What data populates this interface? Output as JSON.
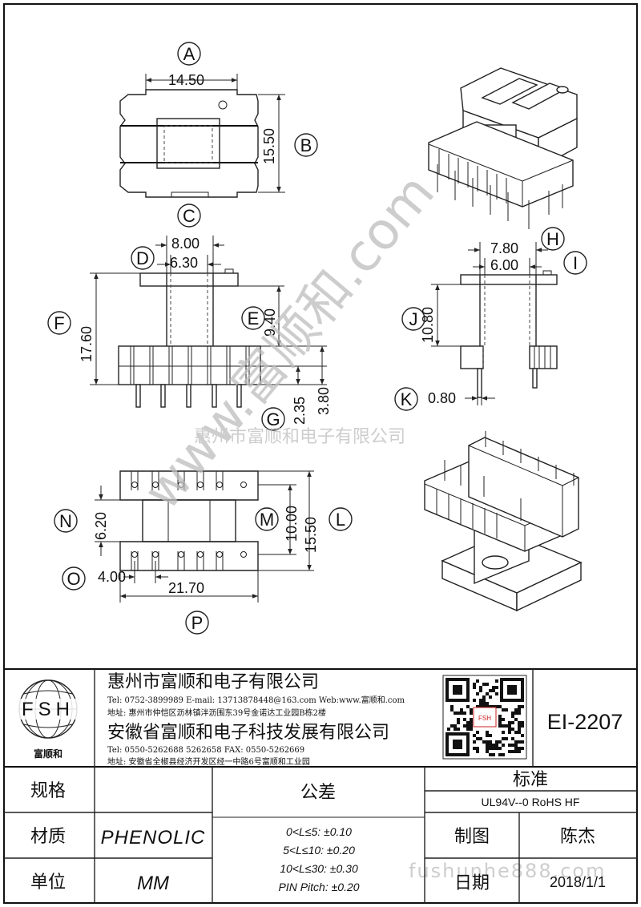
{
  "drawing": {
    "labels": {
      "A": "A",
      "B": "B",
      "C": "C",
      "D": "D",
      "E": "E",
      "F": "F",
      "G": "G",
      "H": "H",
      "I": "I",
      "J": "J",
      "K": "K",
      "L": "L",
      "M": "M",
      "N": "N",
      "O": "O",
      "P": "P"
    },
    "dims": {
      "a": "14.50",
      "b": "15.50",
      "d1": "8.00",
      "d2": "6.30",
      "f": "17.60",
      "e": "9.40",
      "g1": "2.35",
      "g2": "3.80",
      "h": "7.80",
      "i": "6.00",
      "j": "10.80",
      "k": "0.80",
      "n": "6.20",
      "m": "10.00",
      "l": "15.50",
      "o": "4.00",
      "p": "21.70"
    }
  },
  "watermark": {
    "company": "惠州市富顺和电子有限公司",
    "diagonal": "www.富顺和.com",
    "site": "fushunhe888.com"
  },
  "titleblock": {
    "logo_text": "FSH",
    "logo_caption": "富顺和",
    "company1": "惠州市富顺和电子有限公司",
    "company1_contact": "Tel:  0752-3899989  E-mail: 13713878448@163.com  Web:www.富顺和.com",
    "company1_address": "地址: 惠州市仲恺区沥林镇泮沥围东39号金诺达工业园B栋2楼",
    "company2": "安徽省富顺和电子科技发展有限公司",
    "company2_contact": "Tel:  0550-5262688  5262658      FAX:  0550-5262669",
    "company2_address": "地址: 安徽省全椒县经济开发区经一中路6号富顺和工业园",
    "qr_caption": "FSH",
    "part_number": "EI-2207",
    "spec_label": "规格",
    "material_label": "材质",
    "material_value": "PHENOLIC",
    "unit_label": "单位",
    "unit_value": "MM",
    "tolerance_label": "公差",
    "tol1": "0<L≤5: ±0.10",
    "tol2": "5<L≤10: ±0.20",
    "tol3": "10<L≤30: ±0.30",
    "tol4": "PIN Pitch: ±0.20",
    "standard_label": "标准",
    "standard_value": "UL94V--0  RoHS HF",
    "drawn_label": "制图",
    "drawn_value": "陈杰",
    "date_label": "日期",
    "date_value": "2018/1/1"
  }
}
